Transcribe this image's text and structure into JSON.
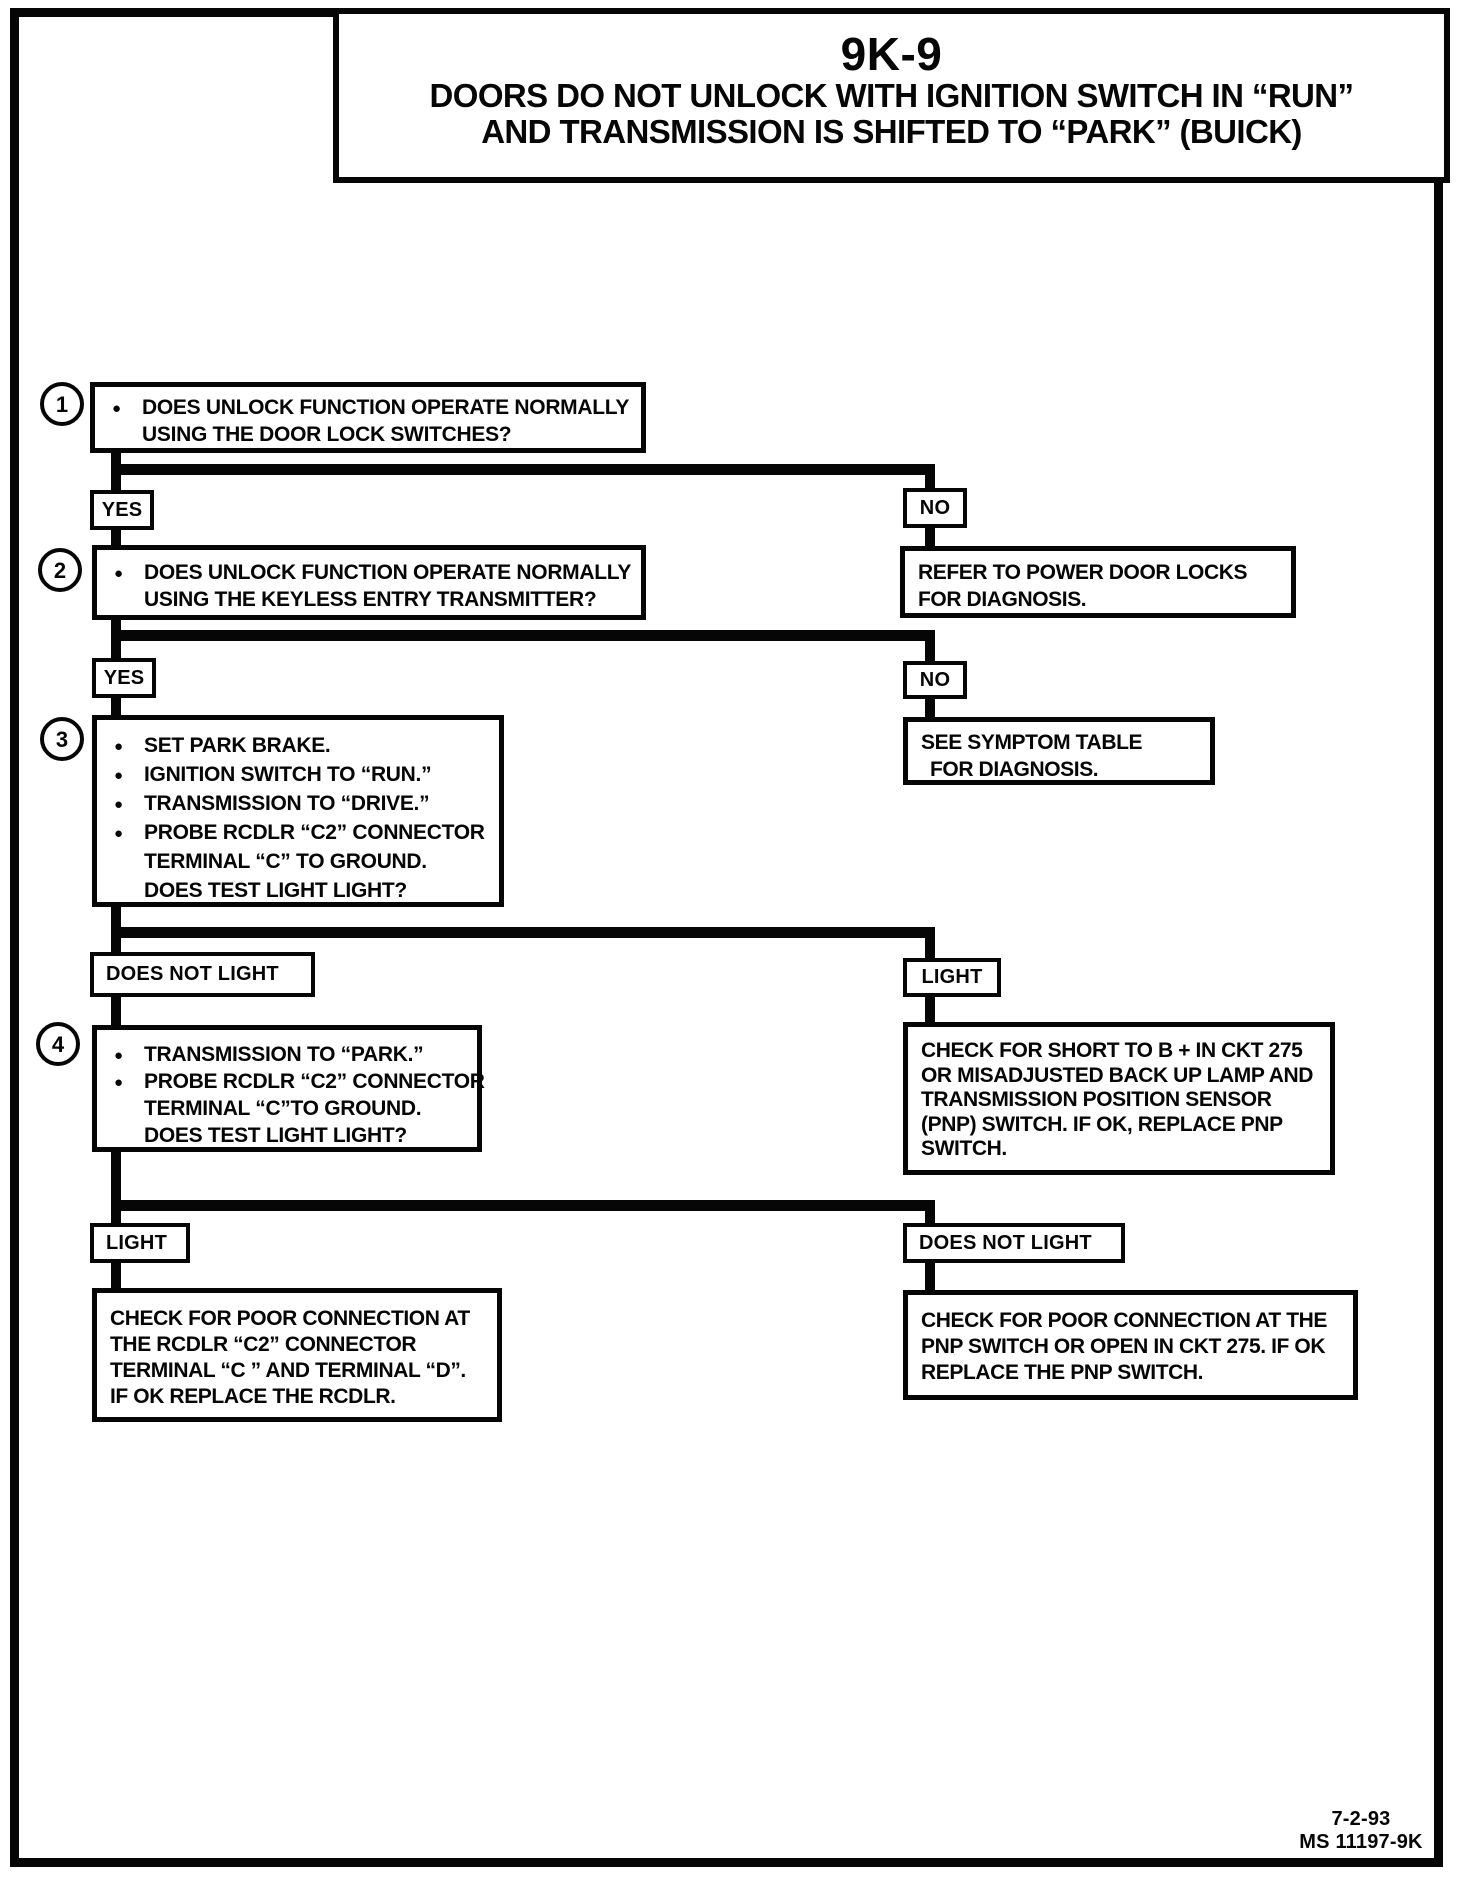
{
  "header": {
    "code": "9K-9",
    "title1": "DOORS DO NOT UNLOCK WITH IGNITION SWITCH IN “RUN”",
    "title2": "AND TRANSMISSION IS SHIFTED TO “PARK” (BUICK)"
  },
  "steps": {
    "s1": {
      "num": "1",
      "l1": "DOES UNLOCK FUNCTION OPERATE NORMALLY",
      "l2": "USING THE DOOR LOCK SWITCHES?"
    },
    "s2": {
      "num": "2",
      "l1": "DOES UNLOCK FUNCTION OPERATE NORMALLY",
      "l2": "USING THE KEYLESS ENTRY TRANSMITTER?"
    },
    "s3": {
      "num": "3",
      "l1": "SET PARK BRAKE.",
      "l2": "IGNITION SWITCH TO “RUN.”",
      "l3": "TRANSMISSION TO “DRIVE.”",
      "l4": "PROBE RCDLR “C2” CONNECTOR",
      "l5": "TERMINAL “C” TO GROUND.",
      "l6": "DOES TEST LIGHT LIGHT?"
    },
    "s4": {
      "num": "4",
      "l1": "TRANSMISSION TO “PARK.”",
      "l2": "PROBE RCDLR “C2” CONNECTOR",
      "l3": "TERMINAL “C”TO GROUND.",
      "l4": "DOES TEST LIGHT LIGHT?"
    }
  },
  "labels": {
    "yes1": "YES",
    "no1": "NO",
    "yes2": "YES",
    "no2": "NO",
    "not_light1": "DOES NOT LIGHT",
    "light1": "LIGHT",
    "light2": "LIGHT",
    "not_light2": "DOES NOT LIGHT"
  },
  "results": {
    "r1": {
      "l1": "REFER TO POWER DOOR LOCKS",
      "l2": "FOR DIAGNOSIS."
    },
    "r2": {
      "l1": "SEE SYMPTOM TABLE",
      "l2": "FOR DIAGNOSIS."
    },
    "r3": {
      "l1": "CHECK FOR SHORT TO B +  IN CKT 275",
      "l2": "OR MISADJUSTED BACK UP LAMP AND",
      "l3": "TRANSMISSION POSITION SENSOR",
      "l4": "(PNP) SWITCH.  IF OK, REPLACE PNP",
      "l5": "SWITCH."
    },
    "r4": {
      "l1": "CHECK FOR POOR CONNECTION AT",
      "l2": "THE RCDLR “C2” CONNECTOR",
      "l3": "TERMINAL “C ” AND TERMINAL “D”.",
      "l4": "IF OK REPLACE THE RCDLR."
    },
    "r5": {
      "l1": "CHECK FOR POOR CONNECTION AT THE",
      "l2": "PNP SWITCH OR OPEN IN CKT 275.  IF OK",
      "l3": "REPLACE THE PNP SWITCH."
    }
  },
  "footer": {
    "date": "7-2-93",
    "doc": "MS 11197-9K"
  }
}
